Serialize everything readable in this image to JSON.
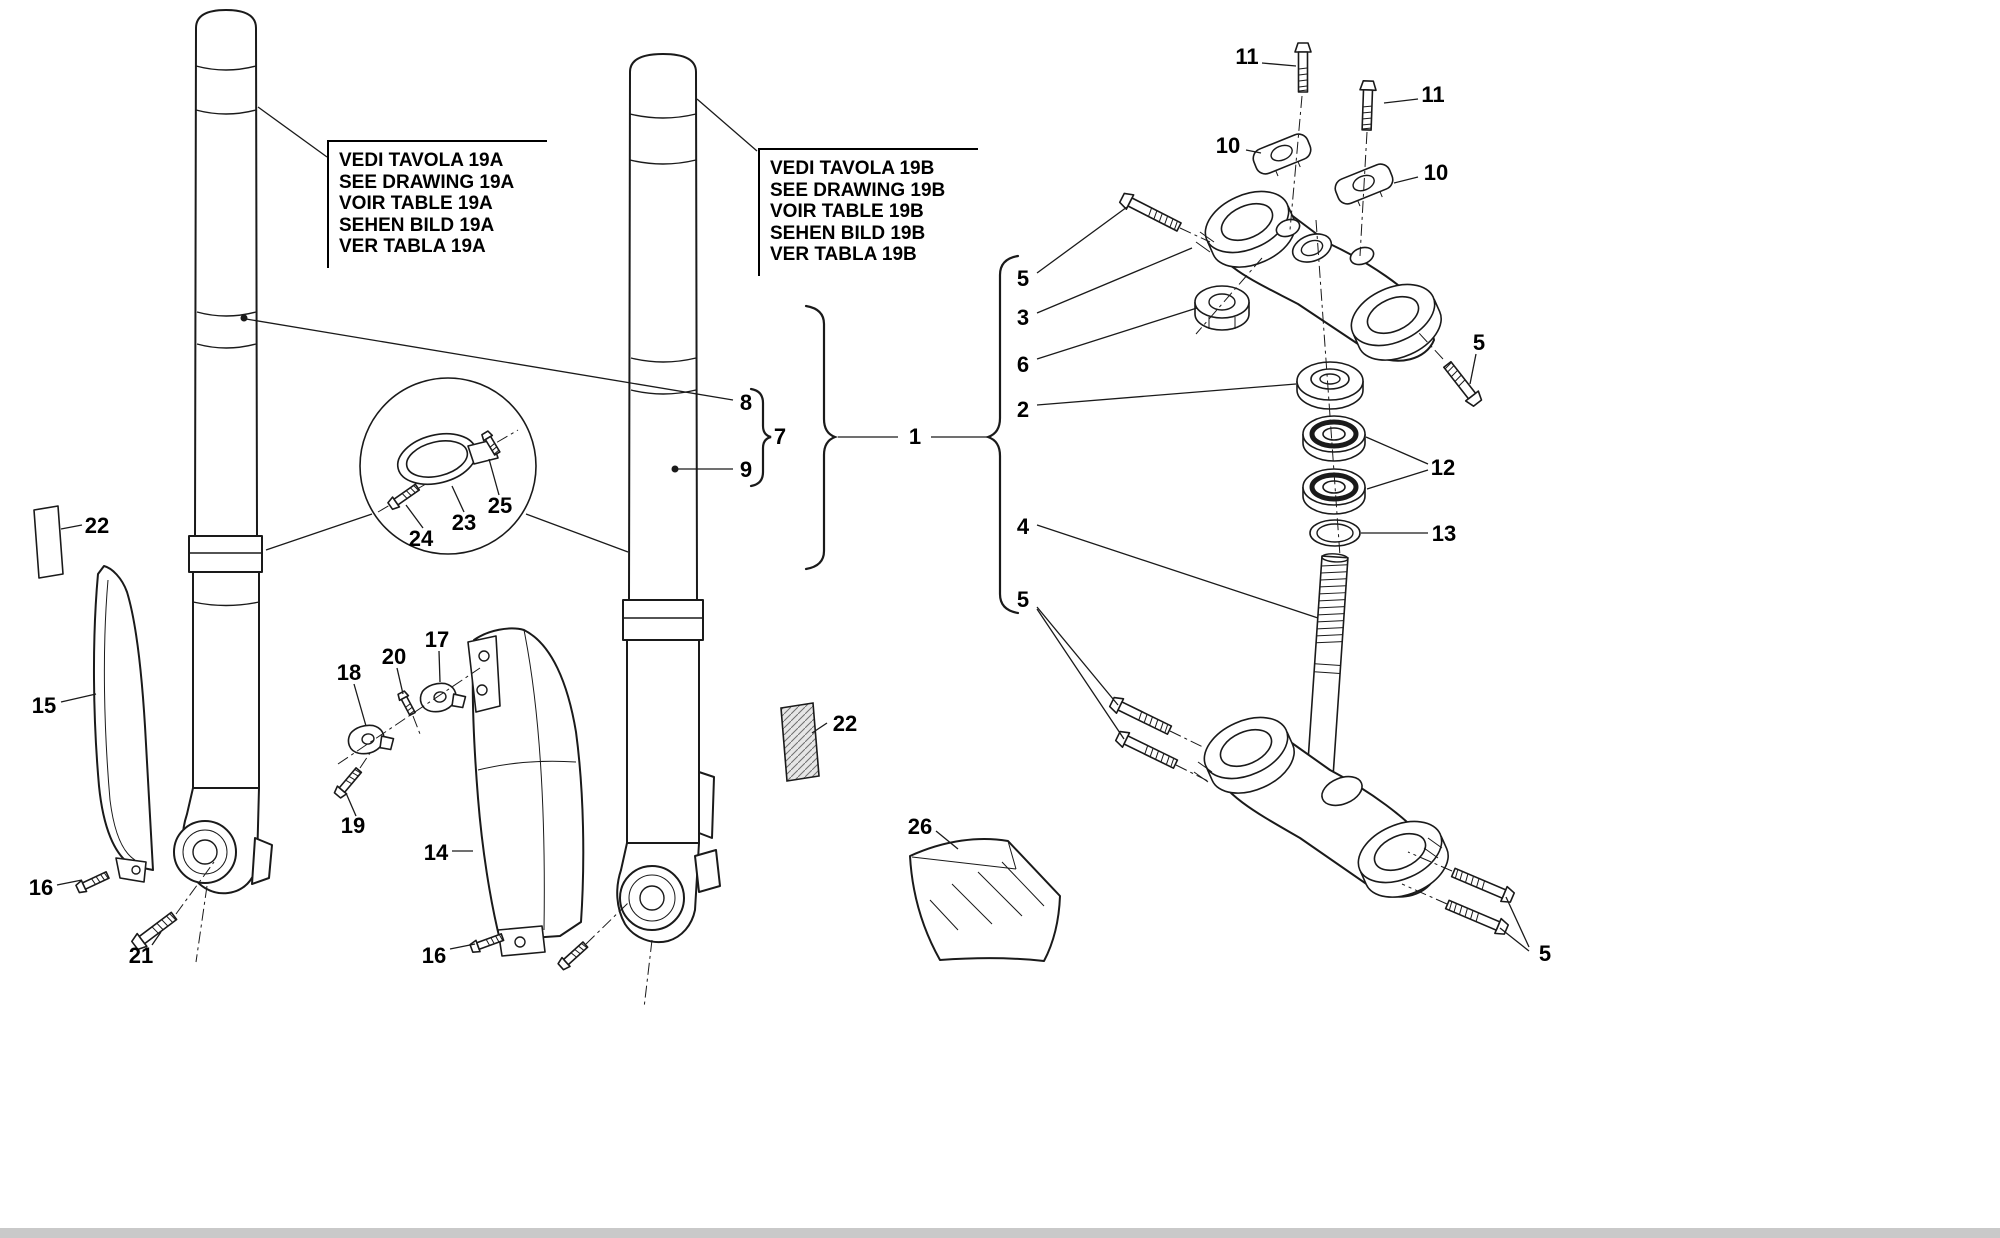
{
  "page": {
    "background": "#ffffff",
    "footer_strip_color": "#c9c9c9",
    "line_color": "#1a1a1a"
  },
  "notes": {
    "a": {
      "lines": [
        "VEDI TAVOLA 19A",
        "SEE DRAWING 19A",
        "VOIR TABLE 19A",
        "SEHEN BILD 19A",
        "VER TABLA 19A"
      ]
    },
    "b": {
      "lines": [
        "VEDI TAVOLA 19B",
        "SEE DRAWING 19B",
        "VOIR TABLE 19B",
        "SEHEN BILD 19B",
        "VER TABLA 19B"
      ]
    }
  },
  "labels": [
    {
      "text": "11"
    },
    {
      "text": "11"
    },
    {
      "text": "10"
    },
    {
      "text": "10"
    },
    {
      "text": "5"
    },
    {
      "text": "3"
    },
    {
      "text": "6"
    },
    {
      "text": "2"
    },
    {
      "text": "5"
    },
    {
      "text": "12"
    },
    {
      "text": "13"
    },
    {
      "text": "4"
    },
    {
      "text": "5"
    },
    {
      "text": "1"
    },
    {
      "text": "7"
    },
    {
      "text": "8"
    },
    {
      "text": "9"
    },
    {
      "text": "22"
    },
    {
      "text": "15"
    },
    {
      "text": "16"
    },
    {
      "text": "21"
    },
    {
      "text": "18"
    },
    {
      "text": "20"
    },
    {
      "text": "17"
    },
    {
      "text": "19"
    },
    {
      "text": "14"
    },
    {
      "text": "24"
    },
    {
      "text": "23"
    },
    {
      "text": "25"
    },
    {
      "text": "16"
    },
    {
      "text": "22"
    },
    {
      "text": "26"
    },
    {
      "text": "5"
    }
  ]
}
